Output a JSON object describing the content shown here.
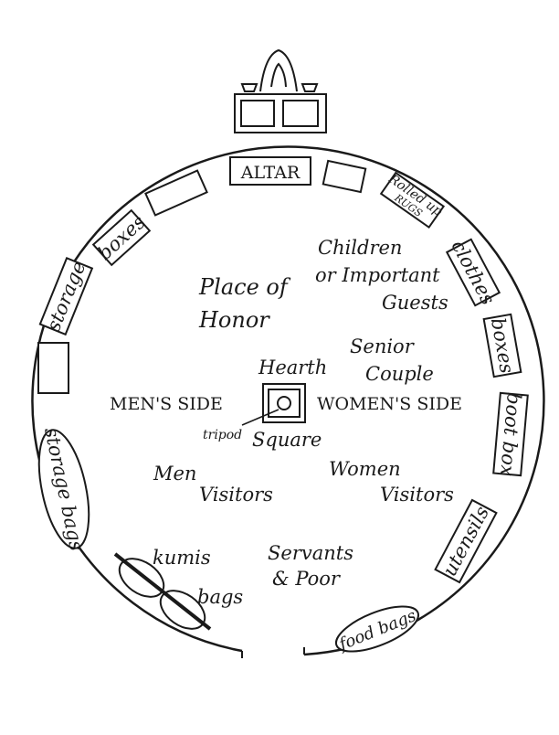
{
  "title": "Yurt interior layout",
  "colors": {
    "ink": "#1a1a1a",
    "paper": "#ffffff"
  },
  "perimeter": {
    "altar": "ALTAR",
    "rolled_up_rugs": [
      "Rolled up",
      "RUGS"
    ],
    "clothes": "clothes",
    "boxes_right": "boxes",
    "boot_box": "boot box",
    "utensils": "utensils",
    "food_bags": "food bags",
    "kumis_bags": [
      "kumis",
      "bags"
    ],
    "storage_bags": "storage bags",
    "storage": "storage",
    "boxes_left": "boxes"
  },
  "zones": {
    "place_of_honor": [
      "Place of",
      "Honor"
    ],
    "children": [
      "Children",
      "or Important",
      "Guests"
    ],
    "senior_couple": [
      "Senior",
      "Couple"
    ],
    "hearth": "Hearth",
    "mens_side": "MEN'S SIDE",
    "womens_side": "WOMEN'S SIDE",
    "tripod": "tripod",
    "square": "Square",
    "men_visitors": [
      "Men",
      "Visitors"
    ],
    "women_visitors": [
      "Women",
      "Visitors"
    ],
    "servants": [
      "Servants",
      "& Poor"
    ]
  }
}
